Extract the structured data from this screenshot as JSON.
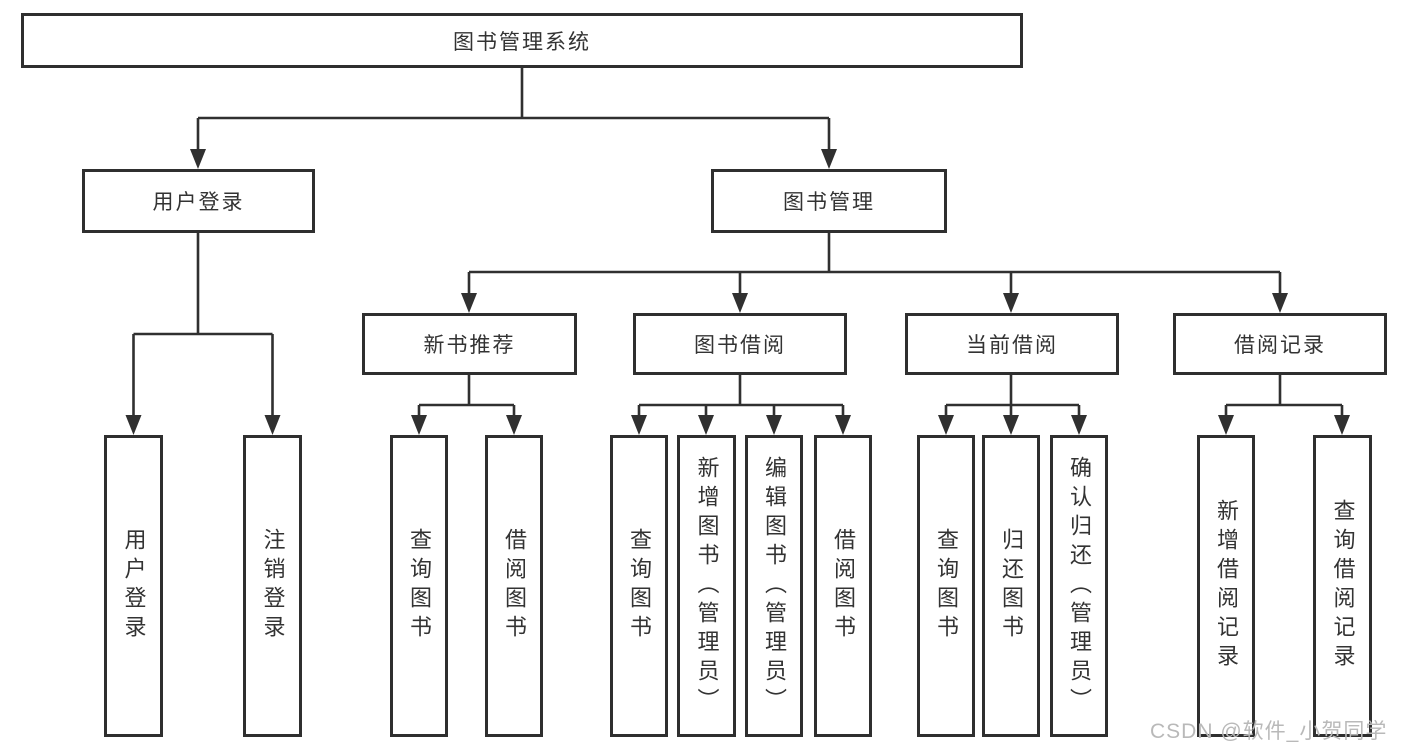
{
  "tree": {
    "label": "图书管理系统",
    "children": [
      {
        "label": "用户登录",
        "children": [
          {
            "label": "用户登录"
          },
          {
            "label": "注销登录"
          }
        ]
      },
      {
        "label": "图书管理",
        "children": [
          {
            "label": "新书推荐",
            "children": [
              {
                "label": "查询图书"
              },
              {
                "label": "借阅图书"
              }
            ]
          },
          {
            "label": "图书借阅",
            "children": [
              {
                "label": "查询图书"
              },
              {
                "label": "新增图书（管理员）"
              },
              {
                "label": "编辑图书（管理员）"
              },
              {
                "label": "借阅图书"
              }
            ]
          },
          {
            "label": "当前借阅",
            "children": [
              {
                "label": "查询图书"
              },
              {
                "label": "归还图书"
              },
              {
                "label": "确认归还（管理员）"
              }
            ]
          },
          {
            "label": "借阅记录",
            "children": [
              {
                "label": "新增借阅记录"
              },
              {
                "label": "查询借阅记录"
              }
            ]
          }
        ]
      }
    ]
  },
  "watermark": "CSDN @软件_小贺同学",
  "colors": {
    "line": "#303030",
    "box_border": "#2f2f2f",
    "text": "#333333",
    "watermark": "#b9b9b9",
    "background": "#ffffff"
  }
}
